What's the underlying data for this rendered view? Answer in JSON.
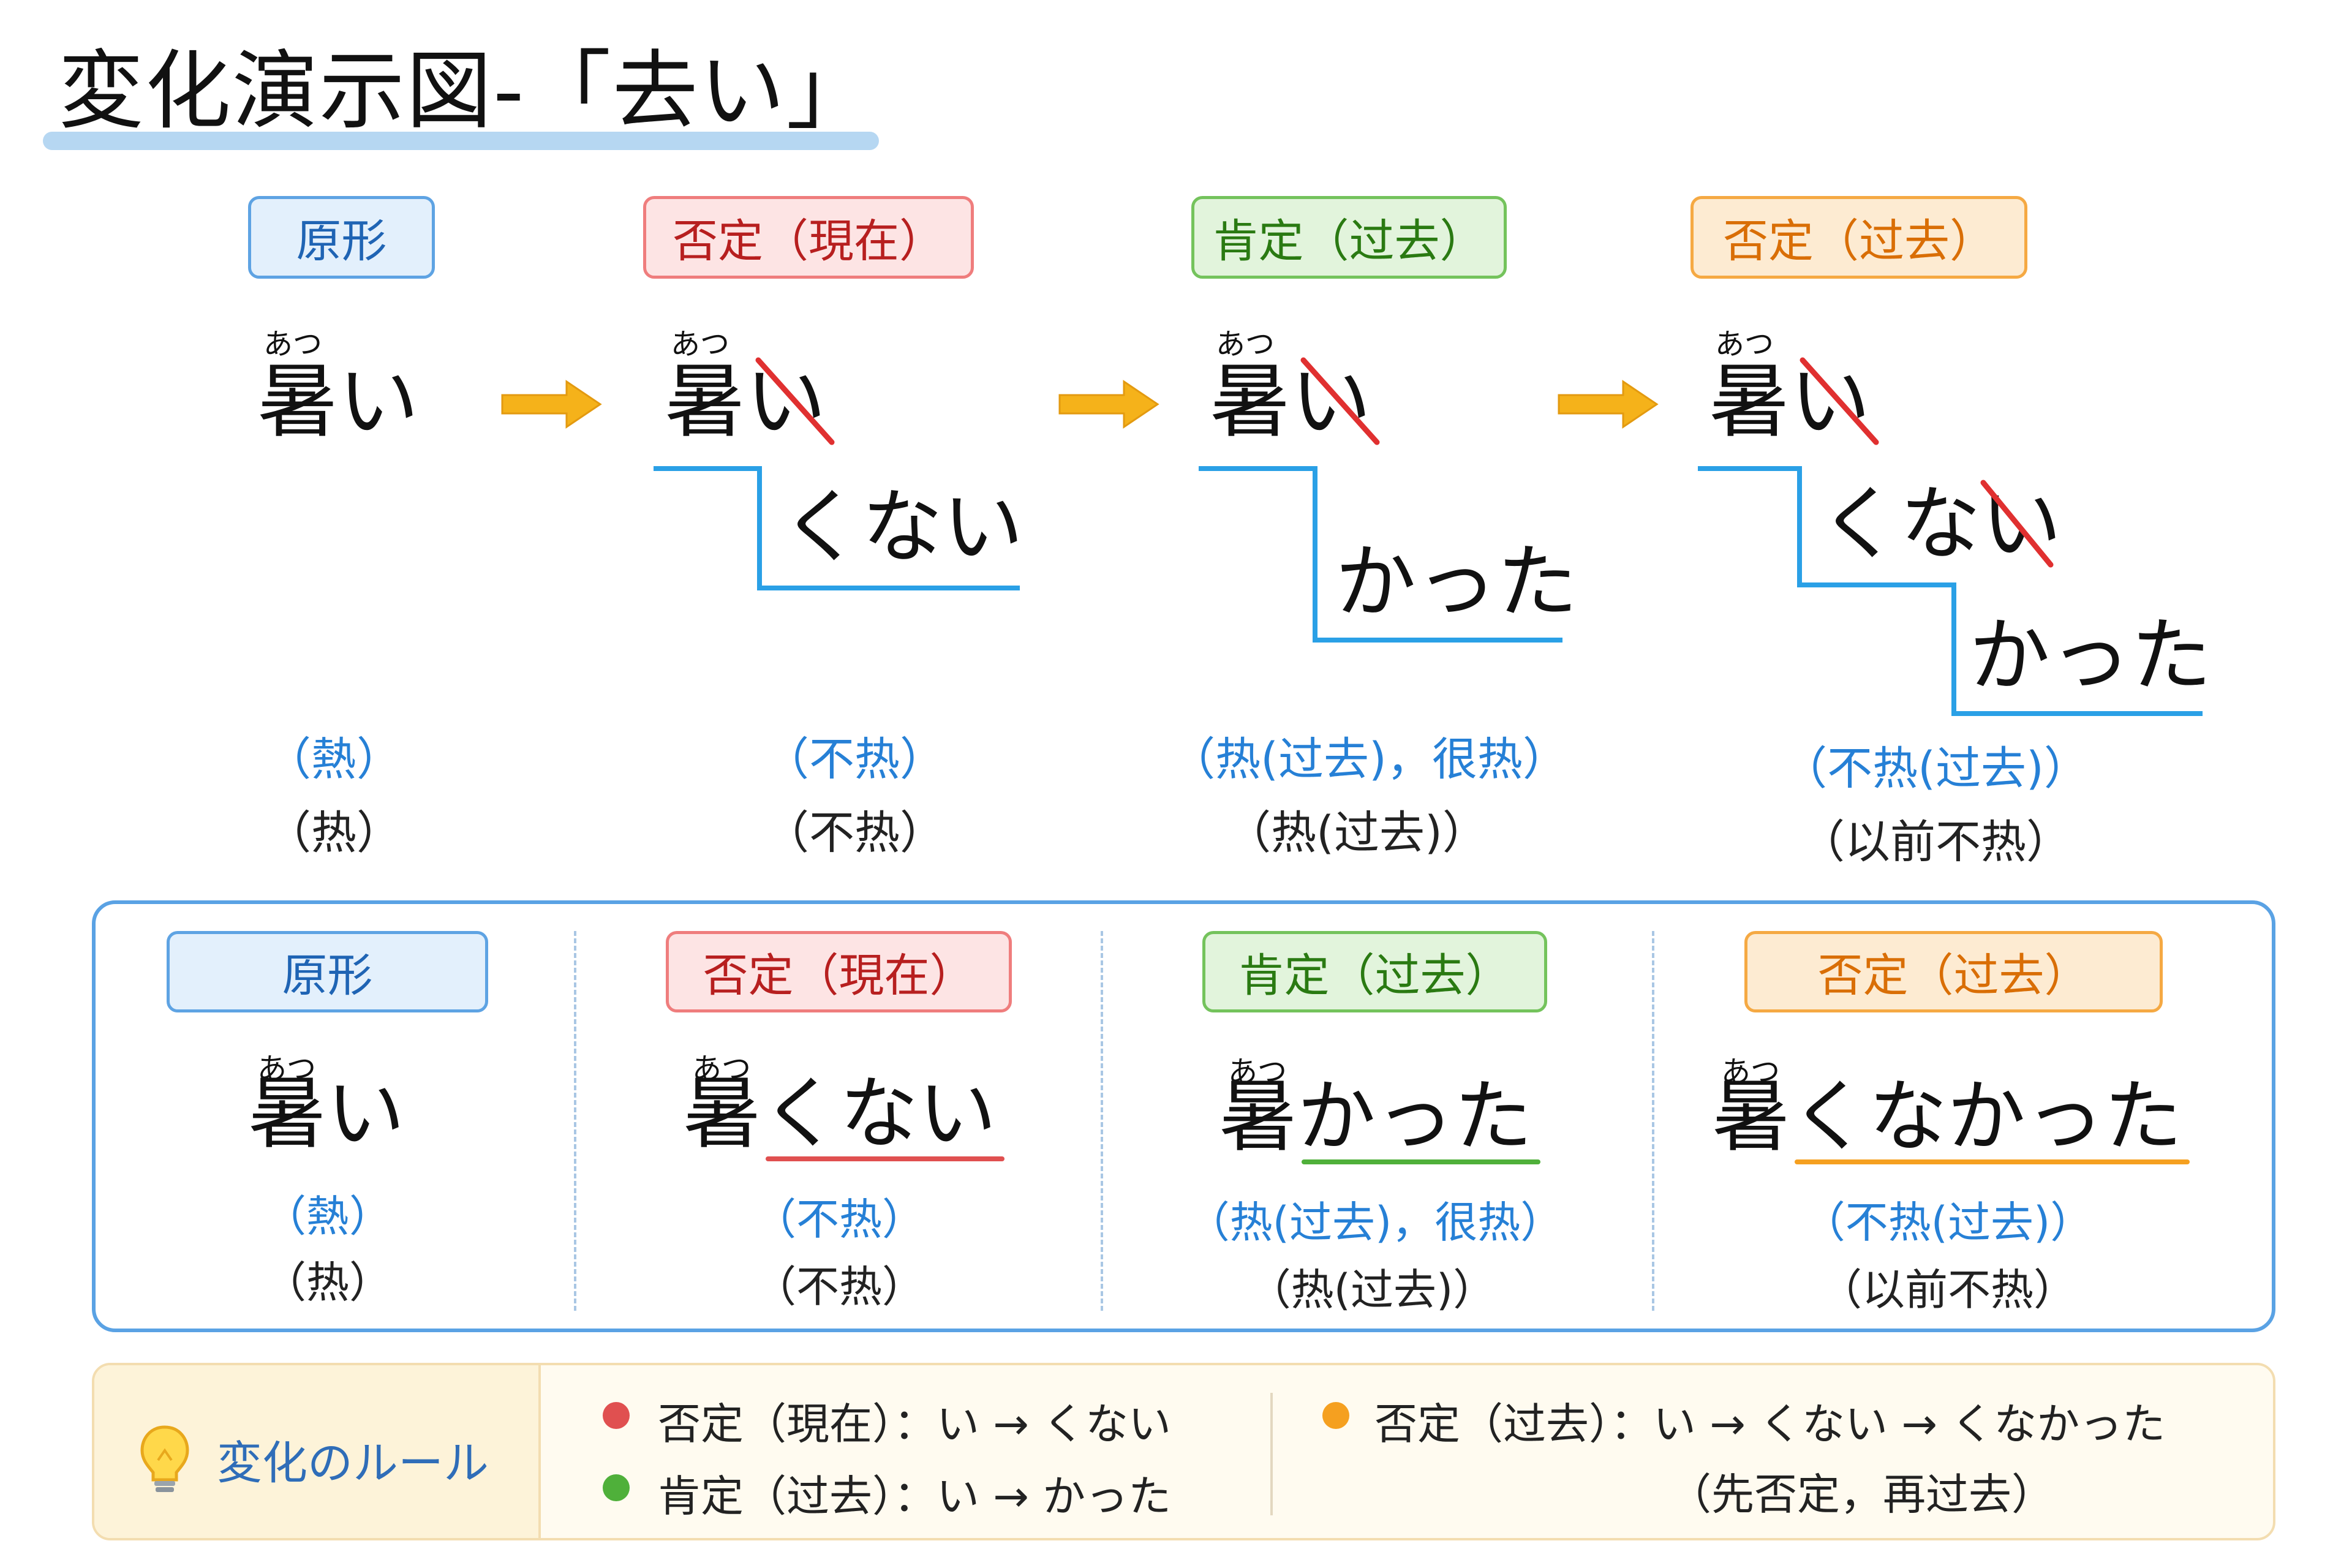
{
  "title": "変化演示図-「去い」",
  "colors": {
    "blue": "#2680d6",
    "red": "#e05050",
    "green": "#4fb03a",
    "orange": "#f5a020",
    "step_line": "#2aa0e6",
    "arrow": "#f5b21a"
  },
  "diagram": {
    "columns": [
      {
        "badge": "原形",
        "furigana": "あつ",
        "kanji": "暑",
        "kana": "い",
        "endings": [],
        "cn_blue": "（熱）",
        "cn_black": "（热）"
      },
      {
        "badge": "否定（現在）",
        "furigana": "あつ",
        "kanji": "暑",
        "kana": "い",
        "endings": [
          "くない"
        ],
        "cn_blue": "（不热）",
        "cn_black": "（不热）"
      },
      {
        "badge": "肯定（过去）",
        "furigana": "あつ",
        "kanji": "暑",
        "kana": "い",
        "endings": [
          "かった"
        ],
        "cn_blue": "（热(过去)，很热）",
        "cn_black": "（热(过去)）"
      },
      {
        "badge": "否定（过去）",
        "furigana": "あつ",
        "kanji": "暑",
        "kana": "い",
        "endings": [
          "くない",
          "かった"
        ],
        "cn_blue": "（不热(过去)）",
        "cn_black": "（以前不热）"
      }
    ]
  },
  "summary": {
    "columns": [
      {
        "badge": "原形",
        "furigana": "あつ",
        "kanji": "暑",
        "kana": "い",
        "cn_blue": "（熱）",
        "cn_black": "（热）"
      },
      {
        "badge": "否定（現在）",
        "furigana": "あつ",
        "kanji": "暑",
        "kana": "くない",
        "cn_blue": "（不热）",
        "cn_black": "（不热）"
      },
      {
        "badge": "肯定（过去）",
        "furigana": "あつ",
        "kanji": "暑",
        "kana": "かった",
        "cn_blue": "（热(过去)，很热）",
        "cn_black": "（热(过去)）"
      },
      {
        "badge": "否定（过去）",
        "furigana": "あつ",
        "kanji": "暑",
        "kana": "くなかった",
        "cn_blue": "（不热(过去)）",
        "cn_black": "（以前不热）"
      }
    ]
  },
  "rules": {
    "heading": "変化のルール",
    "icon": "lightbulb-icon",
    "items": [
      "否定（現在）：い → くない",
      "肯定（过去）：い → かった",
      "否定（过去）：い → くない → くなかった"
    ],
    "note": "（先否定，再过去）"
  }
}
